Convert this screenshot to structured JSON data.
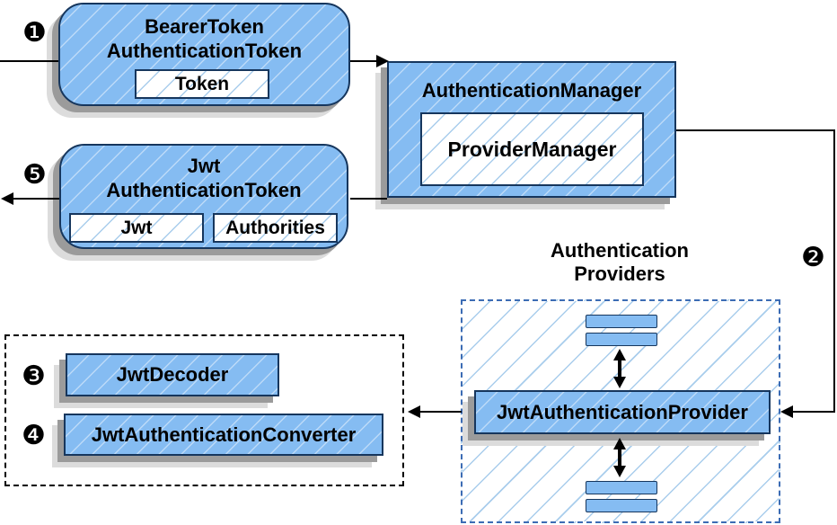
{
  "colors": {
    "box-fill": "#85bcf2",
    "box-border": "#16365d",
    "hatch-line": "#a9cdec",
    "dashed-blue": "#3c6cb4",
    "shadow-dark": "#9b9b9b",
    "shadow-light": "#dcdcdc",
    "line": "#000000"
  },
  "steps": {
    "s1": "❶",
    "s2": "❷",
    "s3": "❸",
    "s4": "❹",
    "s5": "❺"
  },
  "boxes": {
    "bearer_token": {
      "title1": "BearerToken",
      "title2": "AuthenticationToken",
      "field": "Token"
    },
    "auth_manager": {
      "title": "AuthenticationManager",
      "impl": "ProviderManager"
    },
    "jwt_token": {
      "title1": "Jwt",
      "title2": "AuthenticationToken",
      "field_jwt": "Jwt",
      "field_authorities": "Authorities"
    },
    "decoder": {
      "label": "JwtDecoder"
    },
    "converter": {
      "label": "JwtAuthenticationConverter"
    },
    "providers": {
      "heading1": "Authentication",
      "heading2": "Providers",
      "provider": "JwtAuthenticationProvider"
    }
  }
}
